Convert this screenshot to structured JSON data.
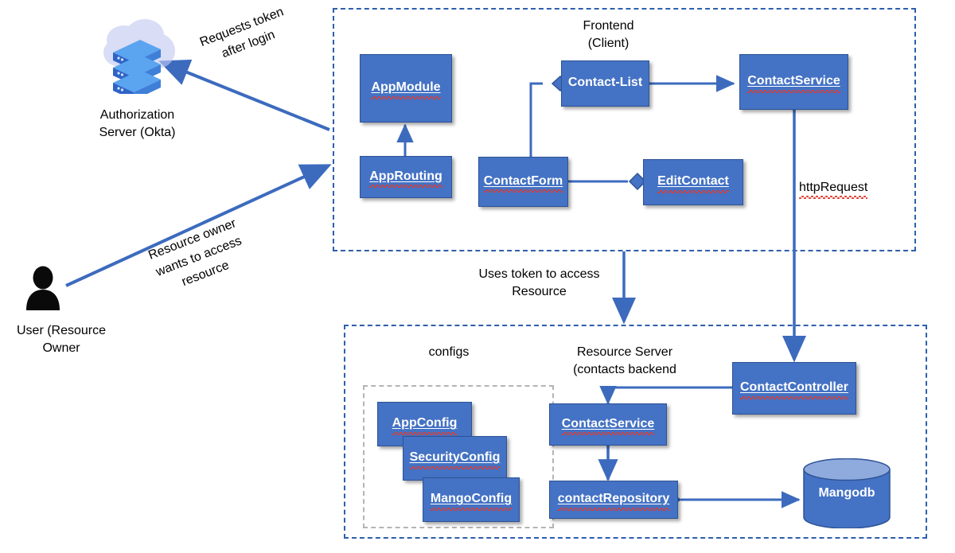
{
  "diagram": {
    "title_hidden": "OAuth2 Contacts App Architecture",
    "accent_blue": "#4472C4",
    "border_blue": "#2E5395",
    "dashed_blue": "#2E5FAC",
    "dashed_gray": "#b4b4b4",
    "spell_underline": "#e03b2f"
  },
  "auth": {
    "icon": "cloud-server-icon",
    "label_line1": "Authorization",
    "label_line2": "Server (Okta)",
    "label_full": "Authorization\nServer (Okta)",
    "okta_word": "Okta"
  },
  "user": {
    "icon": "person-icon",
    "label_line1": "User (Resource",
    "label_line2": "Owner",
    "label_full": "User (Resource\nOwner"
  },
  "frontend": {
    "region_name": "frontend-client-region",
    "title_line1": "Frontend",
    "title_line2": "(Client)",
    "title_full": "Frontend\n(Client)",
    "nodes": [
      {
        "id": "app-module",
        "label": "AppModule",
        "spell": true
      },
      {
        "id": "app-routing",
        "label": "AppRouting",
        "spell": true
      },
      {
        "id": "contact-form",
        "label": "ContactForm",
        "spell": true
      },
      {
        "id": "contact-list",
        "label": "Contact-List",
        "spell": false
      },
      {
        "id": "edit-contact",
        "label": "EditContact",
        "spell": true
      },
      {
        "id": "contact-service",
        "label": "ContactService",
        "spell": true
      }
    ]
  },
  "backend": {
    "region_name": "resource-server-region",
    "title_line1": "Resource Server",
    "title_line2": "(contacts backend",
    "title_full": "Resource Server\n(contacts backend",
    "configs_label": "configs",
    "configs_region_name": "configs-group",
    "config_nodes": [
      {
        "id": "app-config",
        "label": "AppConfig",
        "spell": true
      },
      {
        "id": "security-config",
        "label": "SecurityConfig",
        "spell": true
      },
      {
        "id": "mango-config",
        "label": "MangoConfig",
        "spell": true
      }
    ],
    "nodes": [
      {
        "id": "be-contact-service",
        "label": "ContactService",
        "spell": true
      },
      {
        "id": "contact-repository",
        "label": "contactRepository",
        "spell": true
      },
      {
        "id": "contact-controller",
        "label": "ContactController",
        "spell": true
      }
    ],
    "database": {
      "id": "mangodb",
      "label": "Mangodb",
      "spell": true,
      "icon": "database-cylinder-icon"
    }
  },
  "edges": [
    {
      "id": "requests-token",
      "label_line1": "Requests token",
      "label_line2": "after login",
      "label_full": "Requests token\nafter login",
      "rotation_deg": -21
    },
    {
      "id": "resource-owner-access",
      "label_line1": "Resource owner",
      "label_line2": "wants to access",
      "label_line3": "resource",
      "label_full": "Resource owner\nwants to access\nresource",
      "rotation_deg": -21
    },
    {
      "id": "uses-token",
      "label_line1": "Uses token to access",
      "label_line2": "Resource",
      "label_full": "Uses token to access\nResource",
      "rotation_deg": 0
    },
    {
      "id": "http-request",
      "label_line1": "httpRequest",
      "label_full": "httpRequest",
      "spell": true,
      "rotation_deg": 0
    }
  ]
}
